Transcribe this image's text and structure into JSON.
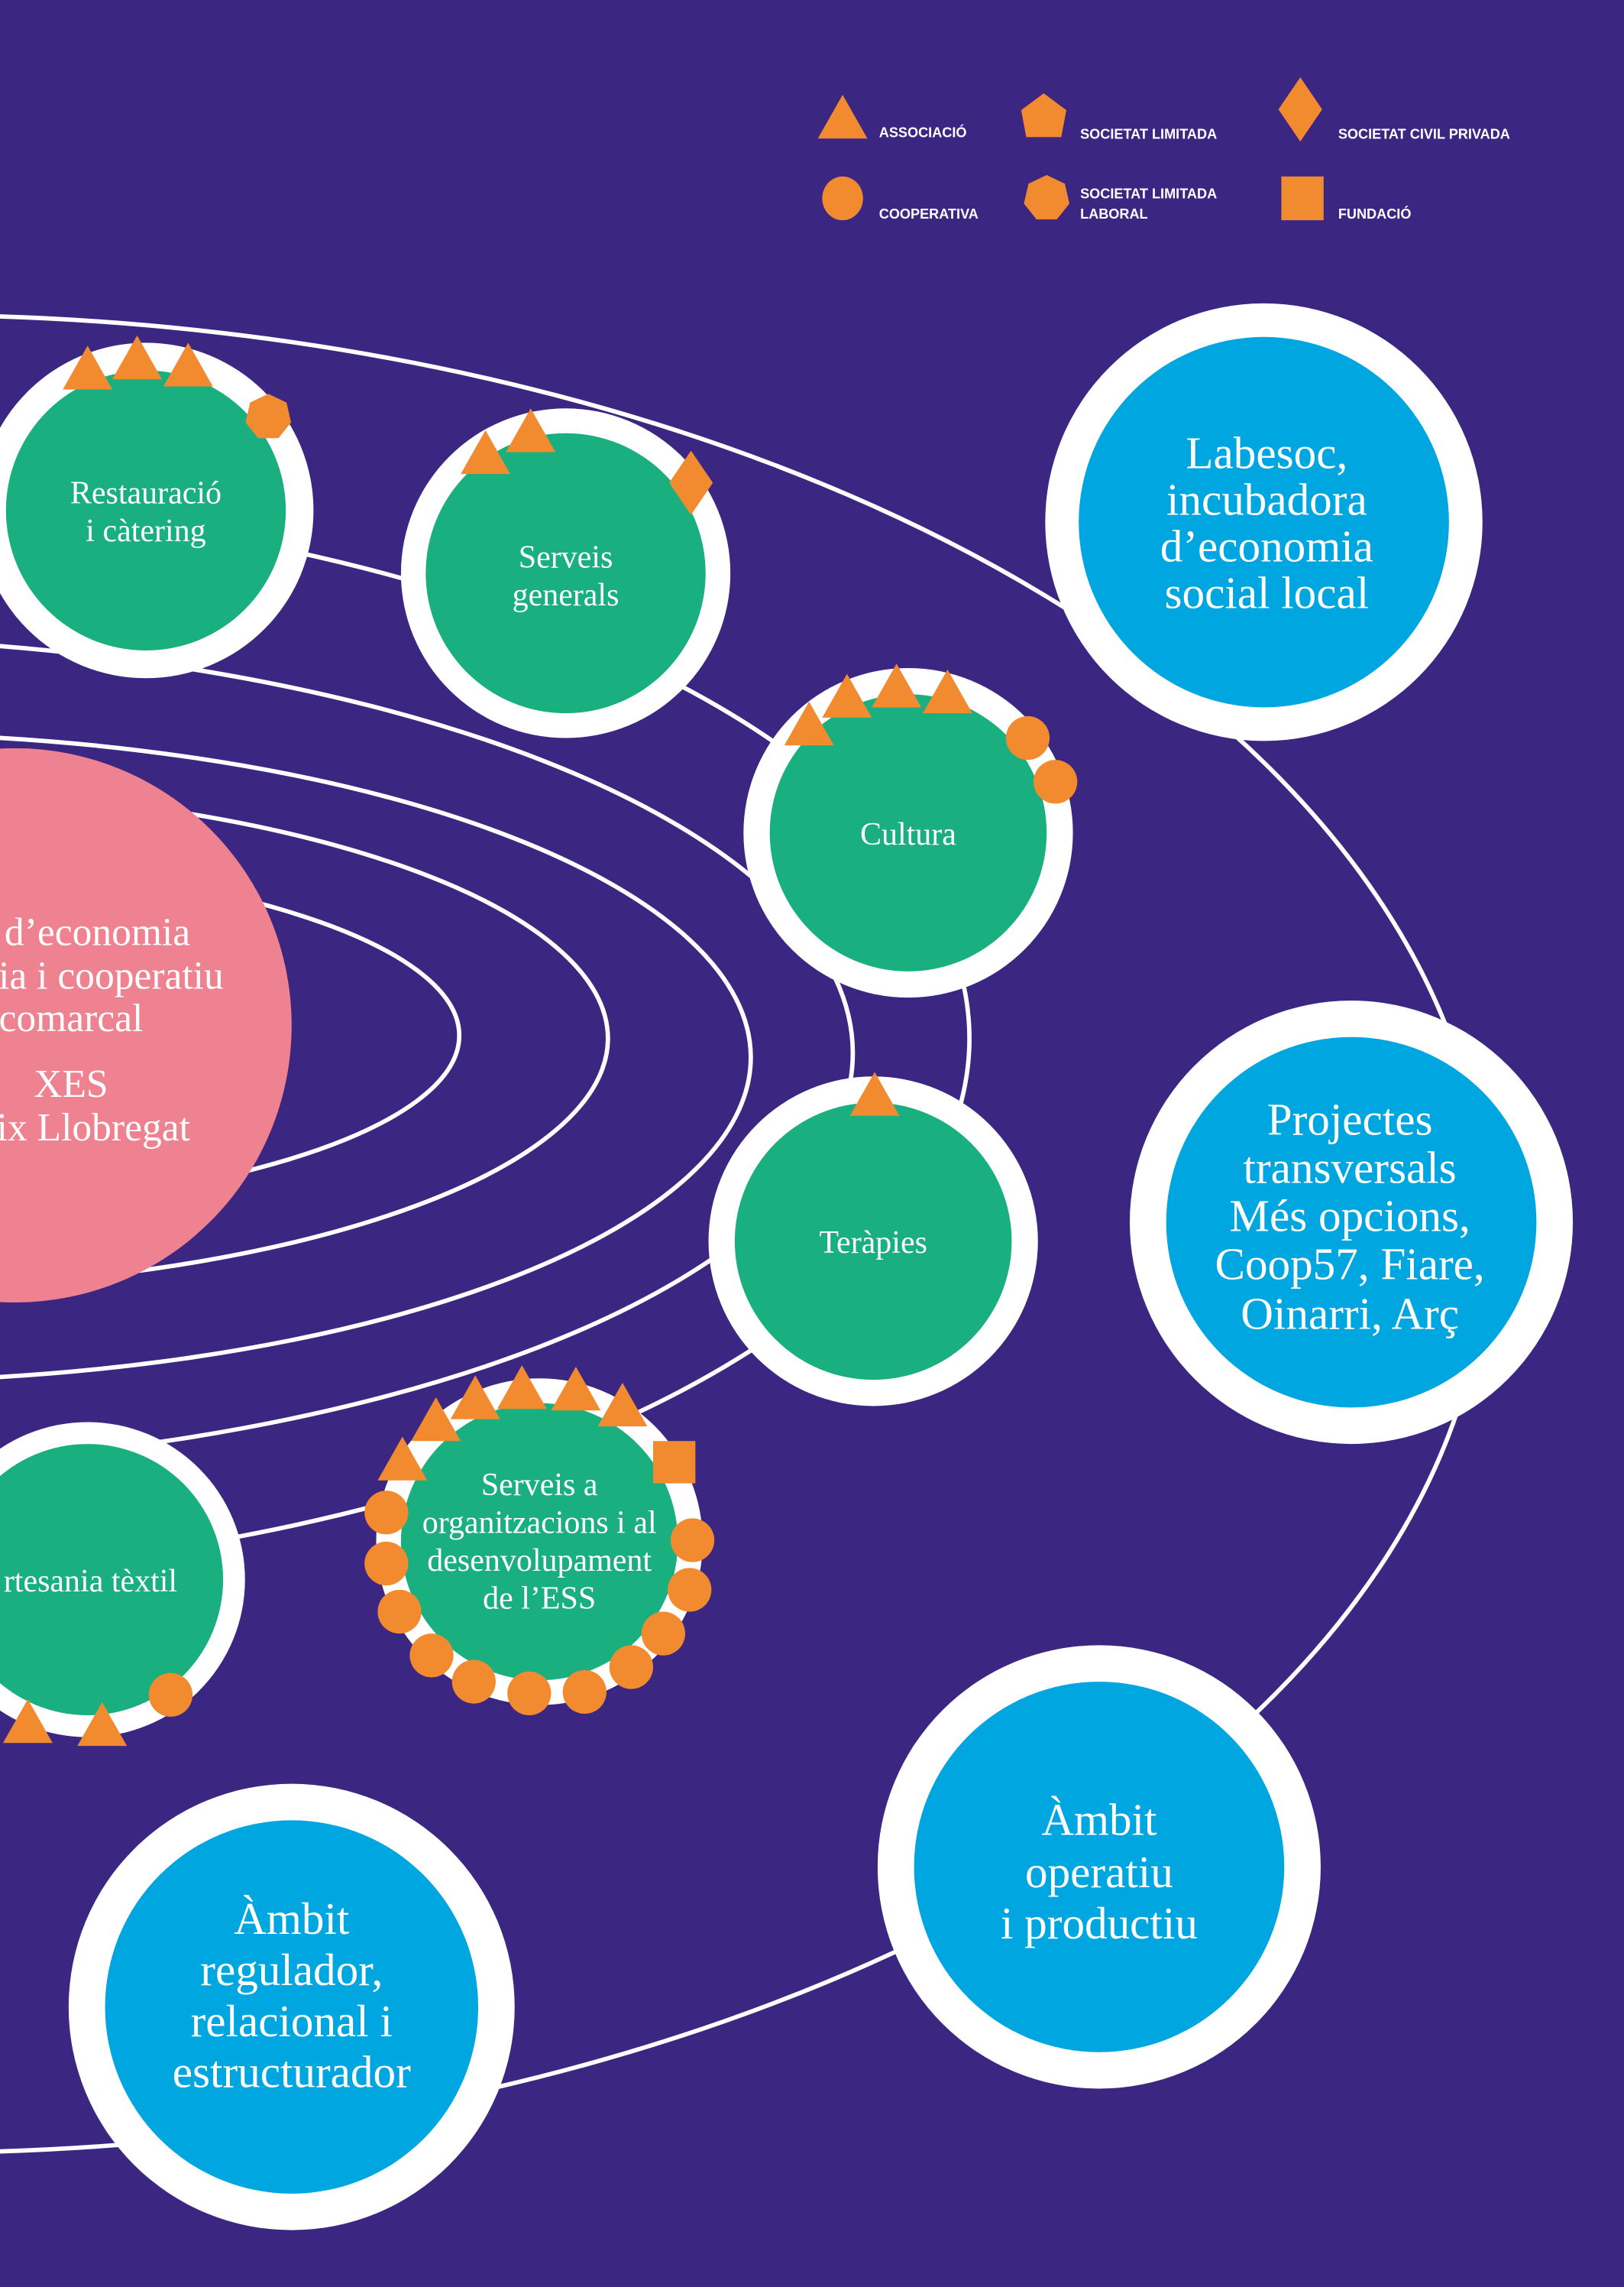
{
  "colors": {
    "background": "#3b2682",
    "activity": "#1aaf7e",
    "ambit": "#00a6e0",
    "core": "#ef8290",
    "entity_shape": "#f28b30",
    "orbit": "#ffffff"
  },
  "legend": [
    {
      "shape": "triangle",
      "label": "ASSOCIACIÓ"
    },
    {
      "shape": "pentagon",
      "label": "SOCIETAT LIMITADA"
    },
    {
      "shape": "diamond",
      "label": "SOCIETAT CIVIL PRIVADA"
    },
    {
      "shape": "circle",
      "label": "COOPERATIVA"
    },
    {
      "shape": "heptagon",
      "label_lines": [
        "SOCIETAT LIMITADA",
        "LABORAL"
      ]
    },
    {
      "shape": "square",
      "label": "FUNDACIÓ"
    }
  ],
  "core": {
    "lines": [
      "p d’economia",
      "ria i cooperatiu",
      "comarcal",
      "XES",
      "ix Llobregat"
    ]
  },
  "activities": {
    "restauracio": {
      "lines": [
        "Restauració",
        "i càtering"
      ],
      "entities": {
        "associacio": 3,
        "societat_limitada_laboral": 1
      }
    },
    "serveis_generals": {
      "lines": [
        "Serveis",
        "generals"
      ],
      "entities": {
        "associacio": 2,
        "societat_civil_privada": 1
      }
    },
    "cultura": {
      "lines": [
        "Cultura"
      ],
      "entities": {
        "associacio": 4,
        "cooperativa": 2
      }
    },
    "terapies": {
      "lines": [
        "Teràpies"
      ],
      "entities": {
        "associacio": 1
      }
    },
    "serveis_org": {
      "lines": [
        "Serveis a",
        "organitzacions i al",
        "desenvolupament",
        "de l’ESS"
      ],
      "entities": {
        "associacio": 6,
        "fundacio": 1,
        "cooperativa": 11
      }
    },
    "artesania": {
      "lines": [
        "rtesania tèxtil"
      ],
      "entities": {
        "associacio": 2,
        "cooperativa": 1
      }
    }
  },
  "ambits": {
    "labesoc": {
      "lines": [
        "Labesoc,",
        "incubadora",
        "d’economia",
        "social local"
      ]
    },
    "projectes": {
      "lines": [
        "Projectes",
        "transversals",
        "Més opcions,",
        "Coop57, Fiare,",
        "Oinarri, Arç"
      ]
    },
    "operatiu": {
      "lines": [
        "Àmbit",
        "operatiu",
        "i productiu"
      ]
    },
    "regulador": {
      "lines": [
        "Àmbit",
        "regulador,",
        "relacional i",
        "estructurador"
      ]
    }
  }
}
